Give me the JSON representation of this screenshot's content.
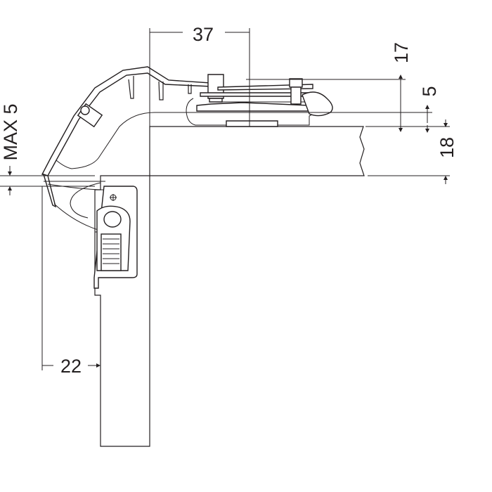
{
  "dimensions": {
    "overlay_width": "37",
    "hinge_height": "17",
    "plate_offset": "5",
    "panel_thickness": "18",
    "max_gap": "MAX 5",
    "side_distance": "22"
  },
  "colors": {
    "line": "#231f20",
    "background": "#ffffff"
  }
}
